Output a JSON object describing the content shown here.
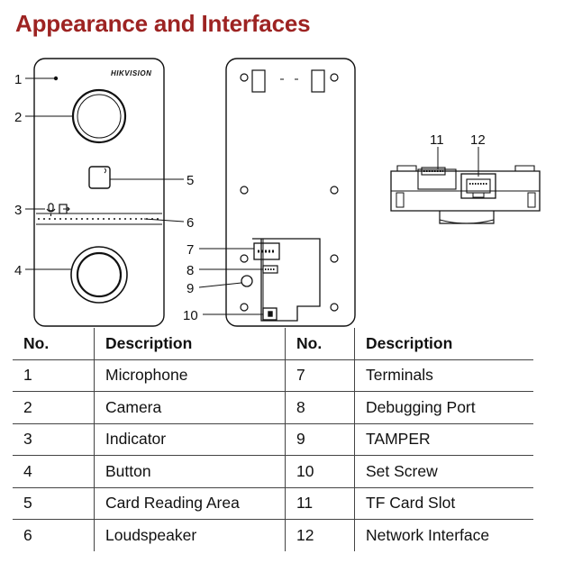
{
  "title": "Appearance and Interfaces",
  "figure": {
    "brand_logo": "HIKVISION",
    "callouts": [
      "1",
      "2",
      "3",
      "4",
      "5",
      "6",
      "7",
      "8",
      "9",
      "10",
      "11",
      "12"
    ]
  },
  "table": {
    "headers": [
      "No.",
      "Description",
      "No.",
      "Description"
    ],
    "rows": [
      [
        "1",
        "Microphone",
        "7",
        "Terminals"
      ],
      [
        "2",
        "Camera",
        "8",
        "Debugging Port"
      ],
      [
        "3",
        "Indicator",
        "9",
        "TAMPER"
      ],
      [
        "4",
        "Button",
        "10",
        "Set Screw"
      ],
      [
        "5",
        "Card Reading Area",
        "11",
        "TF Card Slot"
      ],
      [
        "6",
        "Loudspeaker",
        "12",
        "Network Interface"
      ]
    ]
  }
}
